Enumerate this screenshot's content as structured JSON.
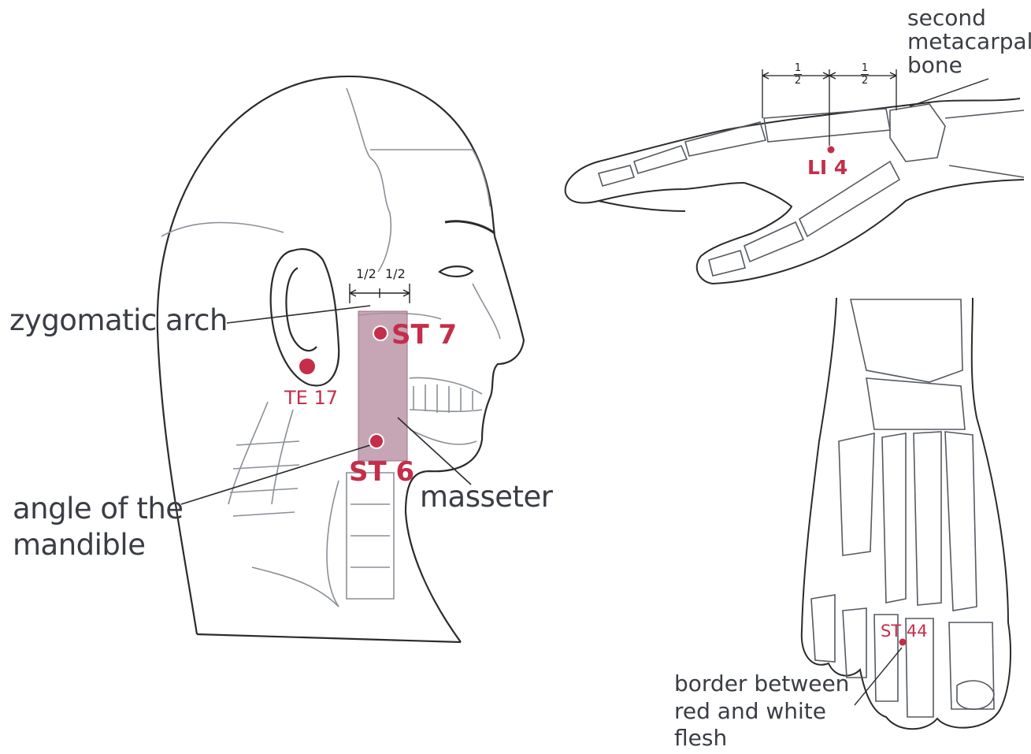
{
  "colors": {
    "point": "#c42e4a",
    "muscle_fill": "#b68da0",
    "line": "#2b2b2b",
    "faint_line": "#8a8f98"
  },
  "head": {
    "zygomatic_arch": "zygomatic arch",
    "angle_line1": "angle of the",
    "angle_line2": "mandible",
    "masseter": "masseter",
    "half_left": "1/2",
    "half_right": "1/2"
  },
  "points": {
    "st7": "ST 7",
    "st6": "ST 6",
    "te17": "TE 17",
    "li4": "LI 4",
    "st44": "ST 44"
  },
  "hand": {
    "bone_line1": "second",
    "bone_line2": "metacarpal",
    "bone_line3": "bone",
    "frac_num": "1",
    "frac_den": "2"
  },
  "foot": {
    "border_line1": "border between",
    "border_line2": "red and white",
    "border_line3": "flesh"
  }
}
